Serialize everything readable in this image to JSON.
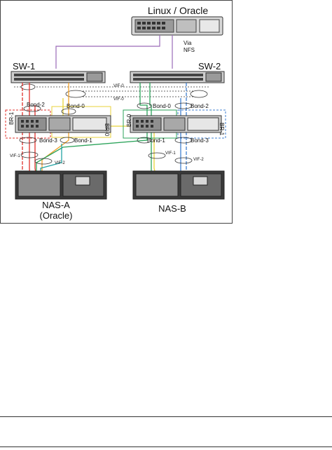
{
  "diagram": {
    "server_label": "Linux / Oracle",
    "via_label_1": "Via",
    "via_label_2": "NFS",
    "sw1_label": "SW-1",
    "sw2_label": "SW-2",
    "vif0_label": "VIF-0",
    "left_filer": {
      "br_label": "BR-1",
      "bond0_label": "Bond-0",
      "bond1_label": "Bond-1",
      "bond2_label": "Bond-2",
      "bond3_label": "Bond-3",
      "br0_label": "BR-0",
      "vif1_label": "VIF-1",
      "vif2_label": "VIF-2"
    },
    "right_filer": {
      "br0_label": "BR-0",
      "br1_label": "BR-1",
      "bond0_label": "Bond-0",
      "bond1_label": "Bond-1",
      "bond2_label": "Bond-2",
      "bond3_label": "Bond-3",
      "vif1_label": "VIF-1",
      "vif2_label": "VIF-2"
    },
    "nas_a_label": "NAS-A",
    "nas_a_sub": "(Oracle)",
    "nas_b_label": "NAS-B",
    "colors": {
      "purple": "#9a6ab8",
      "red": "#e0312b",
      "orange": "#f0a22a",
      "yellow": "#e8d23a",
      "green": "#2ba35a",
      "blue": "#3f7fd0",
      "teal": "#22a3a3"
    }
  }
}
